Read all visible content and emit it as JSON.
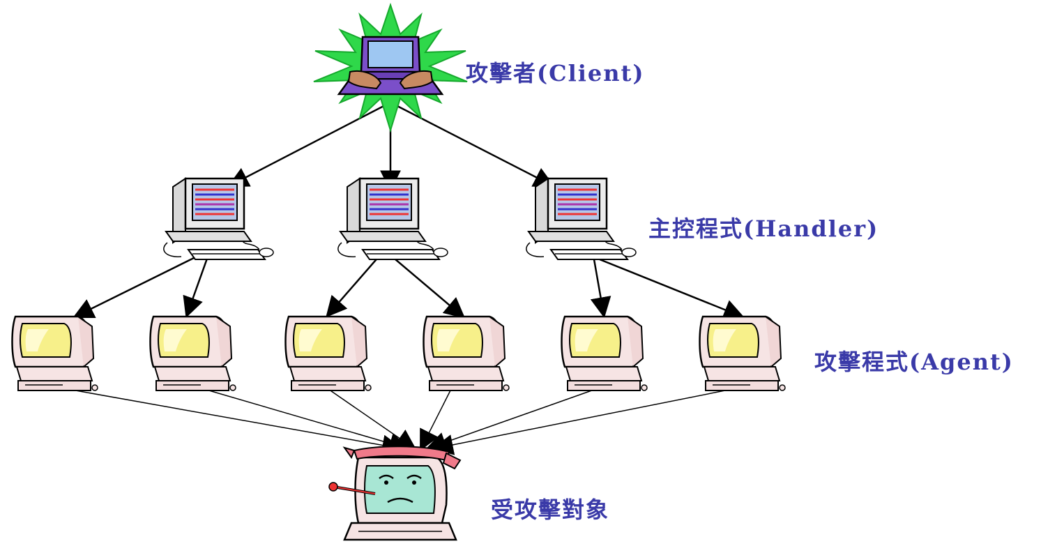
{
  "labels": {
    "client": "攻擊者(Client)",
    "handler": "主控程式(Handler)",
    "agent": "攻擊程式(Agent)",
    "victim": "受攻擊對象"
  },
  "nodes": {
    "client": {
      "icon": "attacker-laptop-icon"
    },
    "handlers": [
      {
        "icon": "handler-computer-icon"
      },
      {
        "icon": "handler-computer-icon"
      },
      {
        "icon": "handler-computer-icon"
      }
    ],
    "agents": [
      {
        "icon": "agent-computer-icon"
      },
      {
        "icon": "agent-computer-icon"
      },
      {
        "icon": "agent-computer-icon"
      },
      {
        "icon": "agent-computer-icon"
      },
      {
        "icon": "agent-computer-icon"
      },
      {
        "icon": "agent-computer-icon"
      }
    ],
    "victim": {
      "icon": "sick-computer-icon"
    }
  },
  "colors": {
    "label": "#3a3aa8",
    "starburst": "#22d33a",
    "laptop": "#7b4fc9",
    "agent_screen": "#f7f08a",
    "victim_face": "#a8e6d4"
  }
}
